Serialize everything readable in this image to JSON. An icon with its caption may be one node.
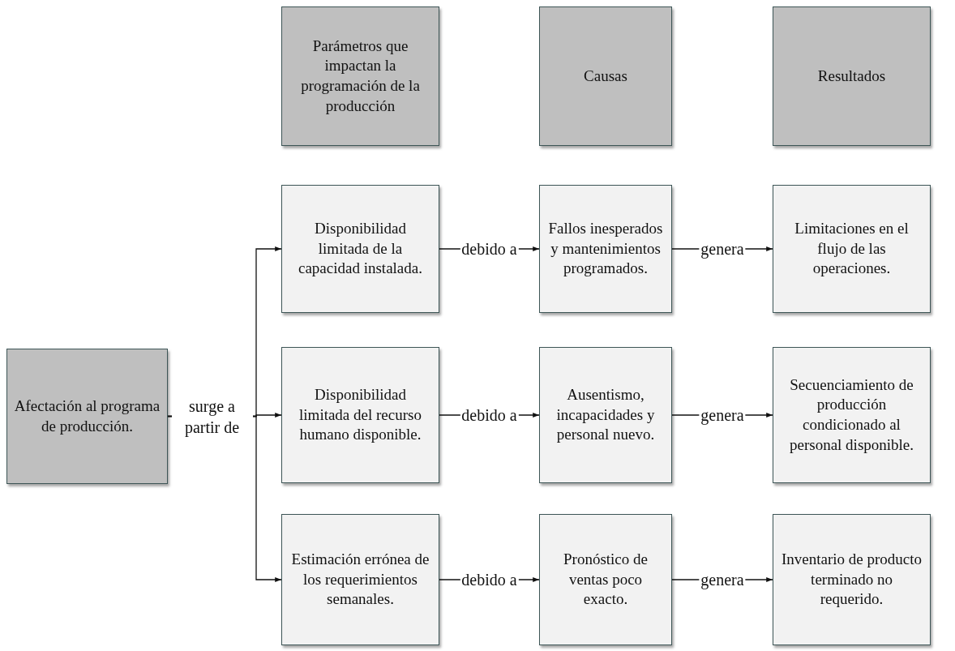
{
  "diagram": {
    "nodes": [
      {
        "text": [
          "Parámetros que impactan la programación de la producción"
        ]
      },
      {
        "text": [
          "Causas"
        ]
      },
      {
        "text": [
          "Resultados"
        ]
      },
      {
        "text": [
          "Afectación al programa de producción."
        ]
      },
      {
        "text": [
          "Disponibilidad limitada de la capacidad instalada."
        ]
      },
      {
        "text": [
          "Fallos inesperados y mantenimientos programados."
        ]
      },
      {
        "text": [
          "Limitaciones en el flujo de las operaciones."
        ]
      },
      {
        "text": [
          "Disponibilidad limitada del recurso humano disponible."
        ]
      },
      {
        "text": [
          "Ausentismo, incapacidades y personal nuevo."
        ]
      },
      {
        "text": [
          "Secuenciamiento de producción condicionado al personal disponible."
        ]
      },
      {
        "text": [
          "Estimación errónea de los requerimientos semanales."
        ]
      },
      {
        "text": [
          "Pronóstico de ventas poco exacto."
        ]
      },
      {
        "text": [
          "Inventario de producto terminado no requerido."
        ]
      }
    ],
    "edges": [
      {
        "from": 3,
        "to": 4,
        "arrow": "to"
      },
      {
        "from": 3,
        "to": 7,
        "arrow": "to",
        "label": "surge a partir de"
      },
      {
        "from": 3,
        "to": 10,
        "arrow": "to"
      },
      {
        "from": 4,
        "to": 5,
        "arrow": "to",
        "label": "debido a"
      },
      {
        "from": 5,
        "to": 6,
        "arrow": "to",
        "label": "genera"
      },
      {
        "from": 7,
        "to": 8,
        "arrow": "to",
        "label": "debido a"
      },
      {
        "from": 8,
        "to": 9,
        "arrow": "to",
        "label": "genera"
      },
      {
        "from": 10,
        "to": 11,
        "arrow": "to",
        "label": "debido a"
      },
      {
        "from": 11,
        "to": 12,
        "arrow": "to",
        "label": "genera"
      }
    ]
  }
}
